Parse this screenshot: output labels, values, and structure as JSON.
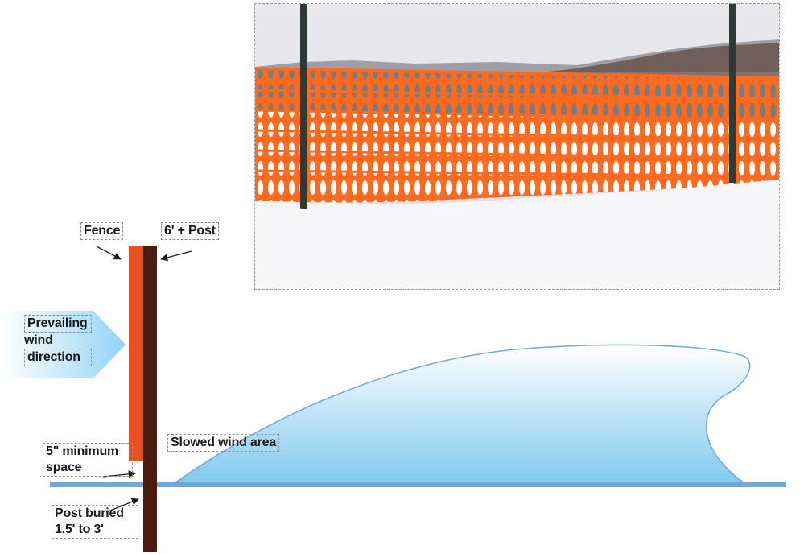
{
  "labels": {
    "fence": "Fence",
    "post": "6' + Post",
    "wind_line1": "Prevailing",
    "wind_line2": "wind",
    "wind_line3": "direction",
    "space_line1": "5\" minimum",
    "space_line2": "space",
    "slowed": "Slowed wind area",
    "buried_line1": "Post buried",
    "buried_line2": "1.5' to 3'"
  },
  "colors": {
    "fence": "#e8501f",
    "post": "#4a1c10",
    "ground": "#6fa8dc",
    "snow_drift": "#7fc9ee",
    "wind_arrow": "#8fd3f5",
    "fence_mesh": "#ff6a21",
    "fence_posts": "#2e3b34"
  }
}
